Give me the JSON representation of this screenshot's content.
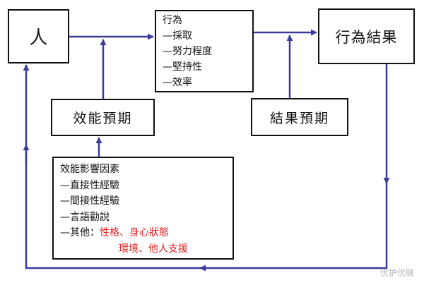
{
  "diagram": {
    "person": "人",
    "behavior_result": "行為結果",
    "efficacy_expectation": "效能預期",
    "outcome_expectation": "結果預期",
    "behavior": {
      "title": "行為",
      "items": [
        "—採取",
        "—努力程度",
        "—堅持性",
        "—效率"
      ]
    },
    "efficacy_factors": {
      "title": "效能影響因素",
      "items": [
        "—直接性經驗",
        "—間接性經驗",
        "—言語勸說"
      ],
      "other_prefix": "—其他：",
      "other_red_line1": "性格、身心狀態",
      "other_red_line2": "環境、他人支援"
    },
    "watermark": "优护优联"
  },
  "colors": {
    "arrow": "#3b3b9c",
    "border": "#111111",
    "highlight_text": "#e0201f"
  }
}
